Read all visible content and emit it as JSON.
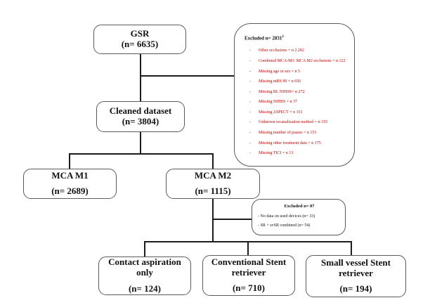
{
  "diagram": {
    "nodes": {
      "gsr": {
        "name": "GSR",
        "n": "(n= 6635)"
      },
      "cleaned": {
        "name": "Cleaned dataset",
        "n": "(n= 3804)"
      },
      "mca_m1": {
        "name": "MCA M1",
        "n": "(n= 2689)"
      },
      "mca_m2": {
        "name": "MCA M2",
        "n": "(n= 1115)"
      },
      "contact": {
        "name": "Contact aspiration only",
        "n": "(n= 124)"
      },
      "conventional": {
        "name": "Conventional Stent retriever",
        "n": "(n= 710)"
      },
      "small_vessel": {
        "name": "Small vessel Stent retriever",
        "n": "(n= 194)"
      }
    },
    "excluded_main": {
      "title": "Excluded n= 2831",
      "title_superscript": "2",
      "item_color": "#C00000",
      "items": [
        "Other occlusions = n 2.282",
        "Combined MCA-M1/ MCA M2 occlusions = n 122",
        "Missing age or sex = n 5",
        "Missing mRS 90 = n 656",
        "Missing BL NIHSS= n 272",
        "Missing NIHSS = n 37",
        "Missing ASPECT = n 331",
        "Unknown recanalization method = n 155",
        "Missing number of passes = n 153",
        "Missing other treatment data = n 175",
        "Missing TICI = n 13"
      ]
    },
    "excluded_devices": {
      "title": "Excluded n= 87",
      "items": [
        "- No data on used devices (n= 33)",
        "- SR + svSR combined (n= 54)"
      ]
    }
  }
}
